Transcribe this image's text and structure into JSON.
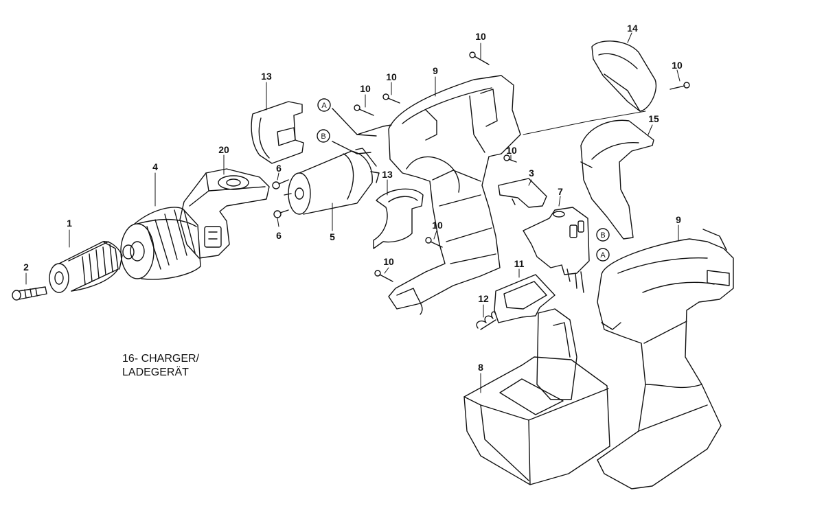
{
  "labels": {
    "p1": "1",
    "p2": "2",
    "p3": "3",
    "p4": "4",
    "p5": "5",
    "p6a": "6",
    "p6b": "6",
    "p7": "7",
    "p8": "8",
    "p9a": "9",
    "p9b": "9",
    "p10a": "10",
    "p10b": "10",
    "p10c": "10",
    "p10d": "10",
    "p10e": "10",
    "p10f": "10",
    "p10g": "10",
    "p11": "11",
    "p12": "12",
    "p13a": "13",
    "p13b": "13",
    "p14": "14",
    "p15": "15",
    "p20": "20",
    "refA1": "A",
    "refB1": "B",
    "refA2": "A",
    "refB2": "B"
  },
  "note": {
    "line1": "16- CHARGER/",
    "line2": "LADEGERÄT"
  }
}
